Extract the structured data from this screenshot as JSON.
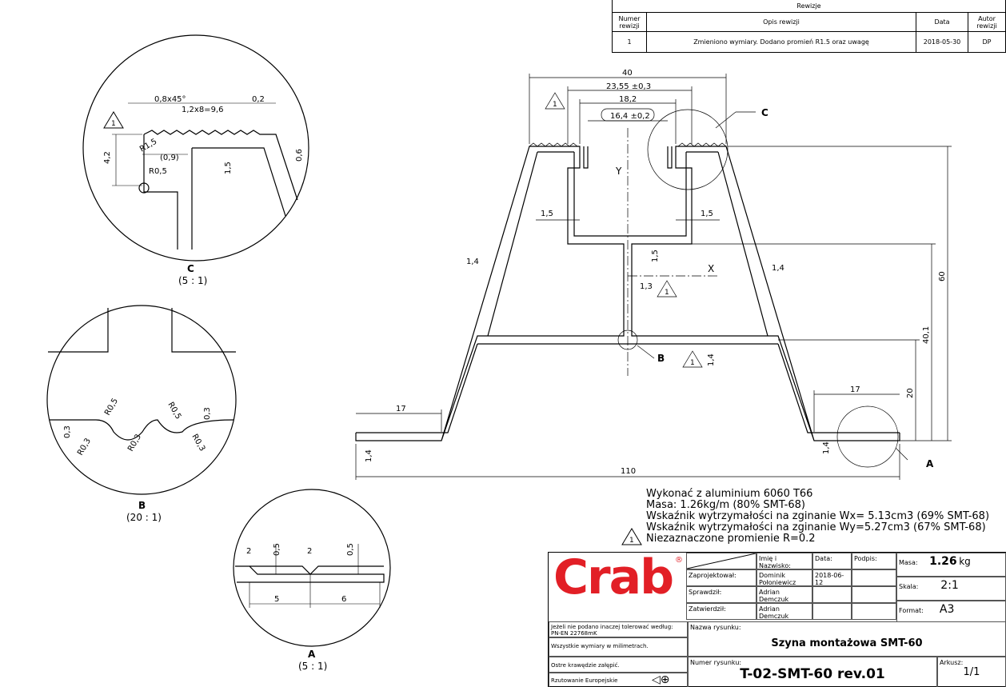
{
  "revisions": {
    "title": "Rewizje",
    "headers": [
      "Numer rewizji",
      "Opis rewizji",
      "Data",
      "Autor rewizji"
    ],
    "rows": [
      {
        "num": "1",
        "desc": "Zmieniono wymiary. Dodano promień R1.5 oraz uwagę",
        "date": "2018-05-30",
        "author": "DP"
      }
    ]
  },
  "main_dims": {
    "w40": "40",
    "w2355": "23,55 ±0,3",
    "w182": "18,2",
    "w164": "16,4 ±0,2",
    "t15l": "1,5",
    "t15r": "1,5",
    "t15c": "1,5",
    "t14l": "1,4",
    "t14r": "1,4",
    "t13": "1,3",
    "t14b": "1,4",
    "h60": "60",
    "h401": "40,1",
    "h20": "20",
    "f17l": "17",
    "f17r": "17",
    "f14l": "1,4",
    "f14r": "1,4",
    "w110": "110",
    "axis_x": "X",
    "axis_y": "Y",
    "note_mark": "1"
  },
  "detail_labels": {
    "a": "A",
    "b": "B",
    "c": "C"
  },
  "detail_c": {
    "name": "C",
    "scale": "(5 : 1)",
    "d1": "0,8x45°",
    "d2": "1,2x8=9,6",
    "d3": "0,2",
    "d4": "R1,5",
    "d5": "(0,9)",
    "d6": "4,2",
    "d7": "R0,5",
    "d8": "1,5",
    "d9": "0,6"
  },
  "detail_b": {
    "name": "B",
    "scale": "(20 : 1)",
    "d1": "R0,5",
    "d2": "R0,5",
    "d3": "0,3",
    "d4": "0,3",
    "d5": "R0,3",
    "d6": "R0,3",
    "d7": "R0,3"
  },
  "detail_a": {
    "name": "A",
    "scale": "(5 : 1)",
    "d1": "2",
    "d2": "0,5",
    "d3": "2",
    "d4": "0,5",
    "d5": "5",
    "d6": "6"
  },
  "notes": [
    "Wykonać z aluminium 6060 T66",
    "Masa: 1.26kg/m (80% SMT-68)",
    "Wskaźnik wytrzymałości na zginanie Wx= 5.13cm3 (69% SMT-68)",
    "Wskaźnik wytrzymałości na zginanie Wy=5.27cm3 (67% SMT-68)",
    "Niezaznaczone promienie R=0.2"
  ],
  "title_block": {
    "logo": "Crab",
    "logo_mark": "®",
    "h_name": "Imię i Nazwisko:",
    "h_date": "Data:",
    "h_sign": "Podpis:",
    "designed_label": "Zaprojektował:",
    "designed_name": "Dominik Połoniewicz",
    "designed_date": "2018-06-12",
    "checked_label": "Sprawdził:",
    "checked_name": "Adrian Demczuk",
    "approved_label": "Zatwierdził:",
    "approved_name": "Adrian Demczuk",
    "mass_label": "Masa:",
    "mass_value": "1.26",
    "mass_unit": "kg",
    "scale_label": "Skala:",
    "scale_value": "2:1",
    "format_label": "Format:",
    "format_value": "A3",
    "tol1": "Jeżeli nie podano inaczej tolerować według:",
    "tol2": "PN-EN 22768mK",
    "units": "Wszystkie wymiary w milimetrach.",
    "edges": "Ostre krawędzie załępić.",
    "projection": "Rzutowanie Europejskie",
    "name_label": "Nazwa rysunku:",
    "name_value": "Szyna montażowa SMT-60",
    "number_label": "Numer rysunku:",
    "number_value": "T-02-SMT-60 rev.01",
    "sheet_label": "Arkusz:",
    "sheet_value": "1/1"
  }
}
